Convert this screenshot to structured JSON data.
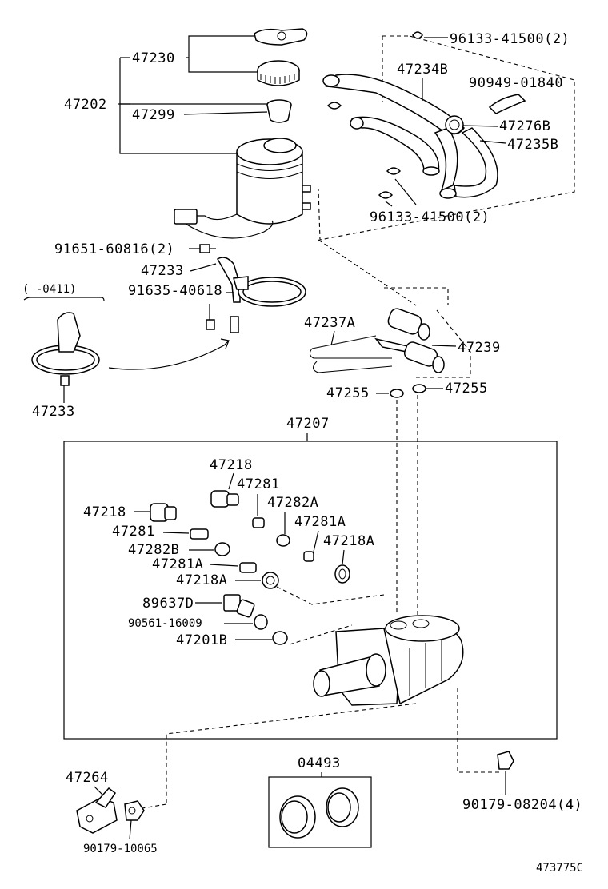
{
  "labels": {
    "p47230": "47230",
    "p47202": "47202",
    "p47299": "47299",
    "p96133_top": "96133-41500(2)",
    "p47234B": "47234B",
    "p90949": "90949-01840",
    "p47276B": "47276B",
    "p47235B": "47235B",
    "p96133_mid": "96133-41500(2)",
    "p91651": "91651-60816(2)",
    "p47233_main": "47233",
    "p91635": "91635-40618",
    "p0411": "(      -0411)",
    "p47233_alt": "47233",
    "p47237A": "47237A",
    "p47239": "47239",
    "p47255_left": "47255",
    "p47255_right": "47255",
    "p47207": "47207",
    "p47218_top": "47218",
    "p47281_top": "47281",
    "p47282A": "47282A",
    "p47218_left": "47218",
    "p47281A_right": "47281A",
    "p47281_left": "47281",
    "p47218A_right": "47218A",
    "p47282B": "47282B",
    "p47281A_left": "47281A",
    "p47218A_left": "47218A",
    "p89637D": "89637D",
    "p90561": "90561-16009",
    "p47201B": "47201B",
    "p04493": "04493",
    "p47264": "47264",
    "p90179_right": "90179-08204(4)",
    "p90179_bottom": "90179-10065",
    "figure_code": "473775C"
  }
}
